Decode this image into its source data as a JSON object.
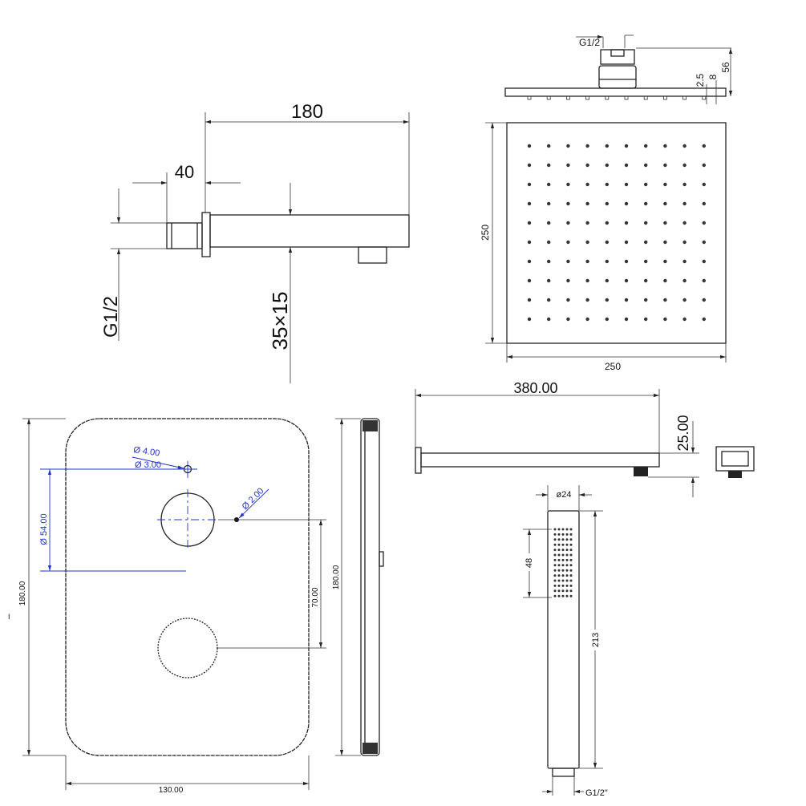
{
  "arm_short": {
    "length": "180",
    "thread_length": "40",
    "thread": "G1/2",
    "section": "35×15"
  },
  "head": {
    "thread": "G1/2",
    "height": "56",
    "plate": "8",
    "nozzle": "2.5",
    "width": "250",
    "depth": "250"
  },
  "panel": {
    "height_left": "180.00",
    "width": "130.00",
    "height_right": "180.00",
    "spacing": "70.00",
    "dia_54": "Ø 54.00",
    "dia_4": "Ø 4.00",
    "dia_3": "Ø 3.00",
    "dia_2": "Ø 2.00",
    "mark": "I"
  },
  "arm_long": {
    "length": "380.00",
    "height": "25.00"
  },
  "hand": {
    "diameter": "ø24",
    "spray_len": "48",
    "length": "213",
    "thread": "G1/2\""
  }
}
